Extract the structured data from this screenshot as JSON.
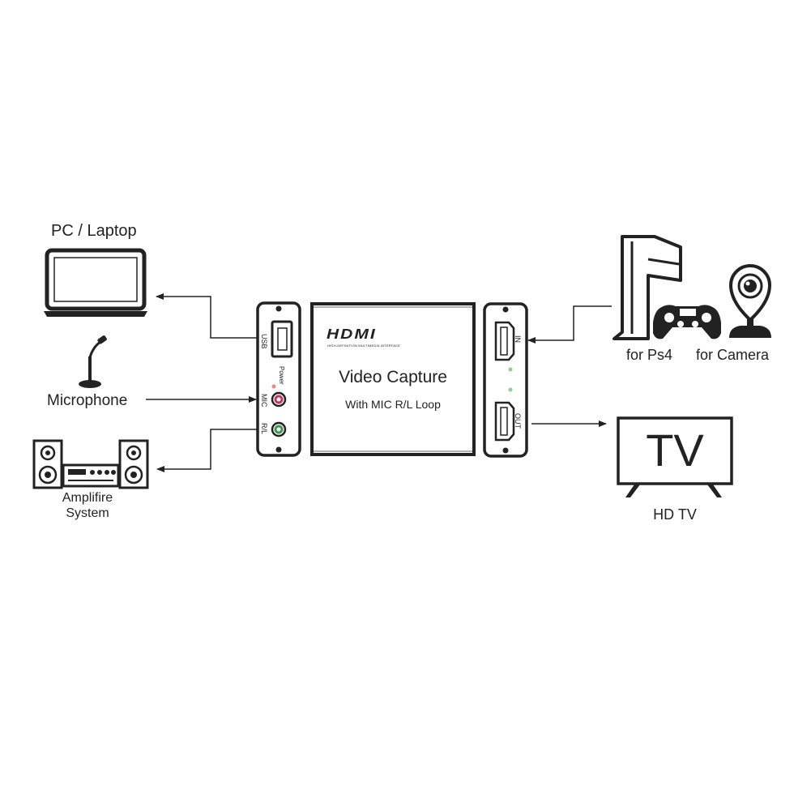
{
  "left_devices": {
    "pc": {
      "label": "PC / Laptop",
      "icon": "laptop-icon"
    },
    "microphone": {
      "label": "Microphone",
      "icon": "microphone-icon"
    },
    "amplifier": {
      "label_line1": "Amplifire",
      "label_line2": "System",
      "icon": "stereo-system-icon"
    }
  },
  "right_devices": {
    "ps4": {
      "label": "for Ps4",
      "icon": "game-console-icon"
    },
    "camera": {
      "label": "for Camera",
      "icon": "webcam-icon"
    },
    "tv": {
      "label": "HD TV",
      "screen_text": "TV",
      "icon": "tv-icon"
    }
  },
  "capture_box": {
    "brand": "HDMI",
    "brand_tagline": "HIGH-DEFINITION MULTIMEDIA INTERFACE",
    "title": "Video Capture",
    "subtitle": "With MIC R/L Loop"
  },
  "left_panel": {
    "ports": {
      "usb": "USB",
      "power": "Power",
      "mic": "MIC",
      "rl": "R/L"
    }
  },
  "right_panel": {
    "ports": {
      "in": "IN",
      "out": "OUT"
    }
  },
  "colors": {
    "stroke": "#222222",
    "power_led": "#e98a8a",
    "mic_jack": "#c0395a",
    "rl_jack": "#3a9a4a",
    "in_led": "#8fd08f"
  }
}
